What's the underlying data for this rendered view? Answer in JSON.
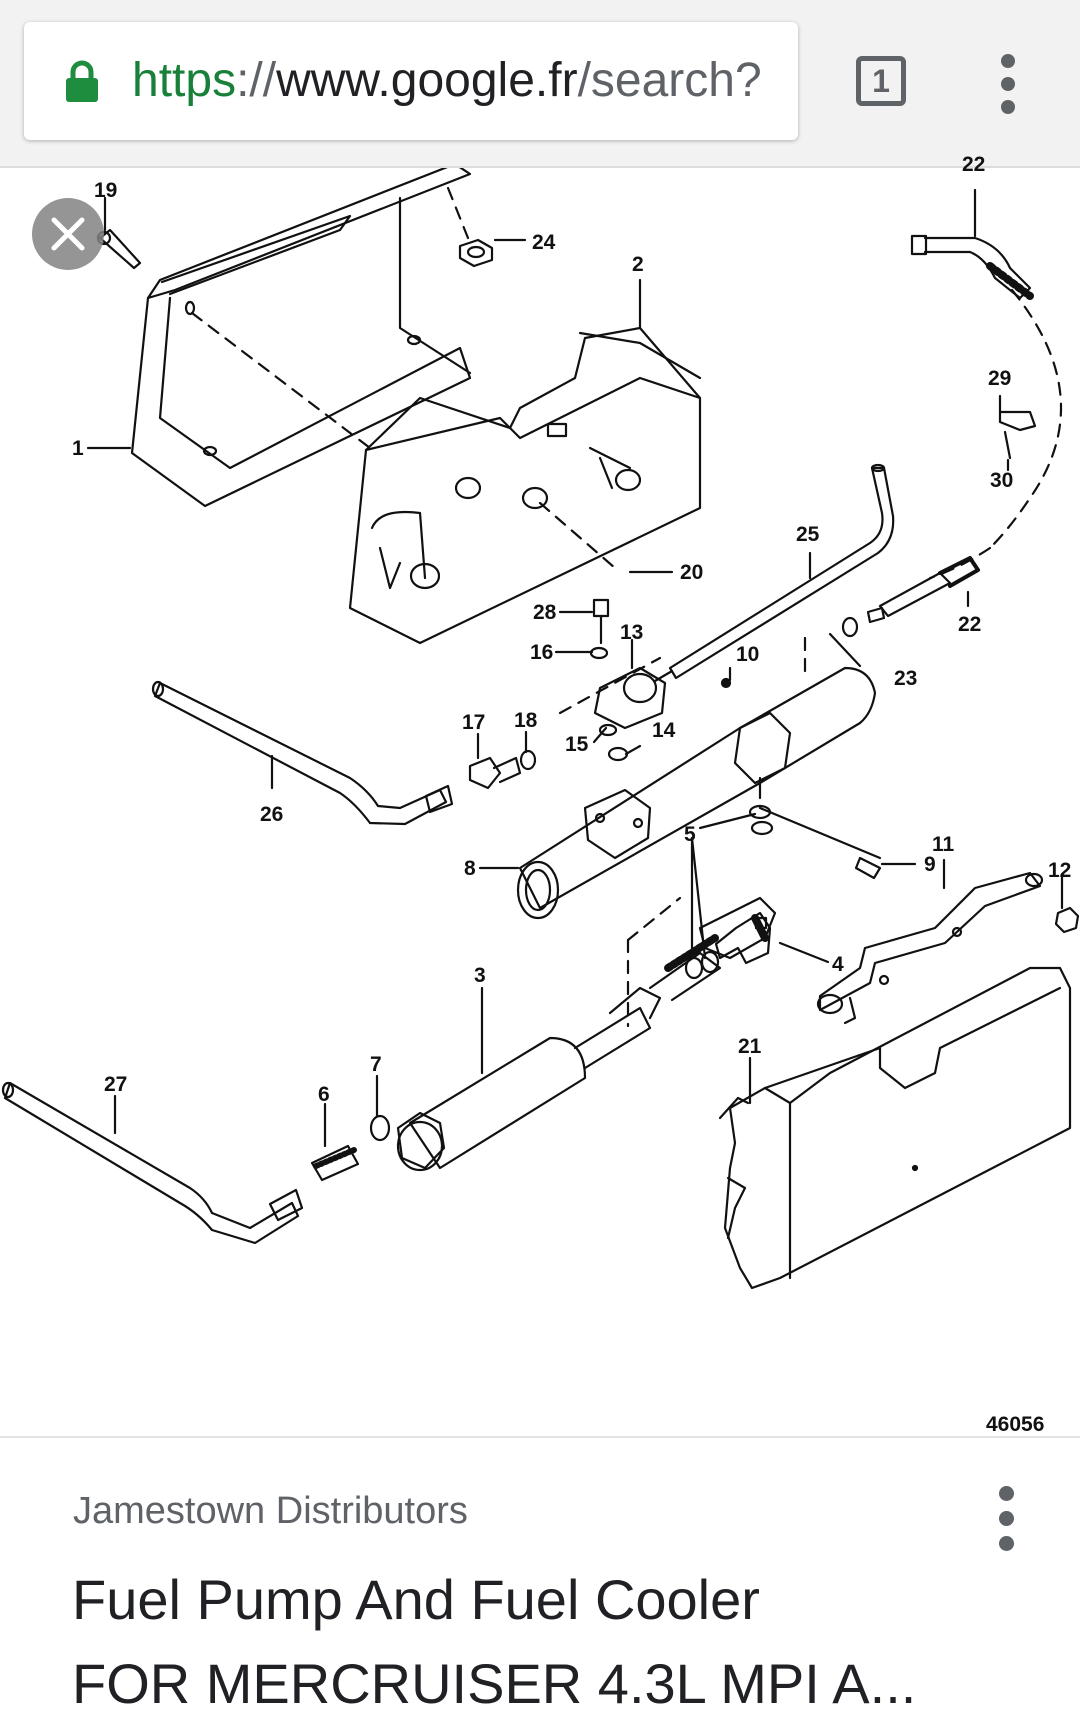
{
  "browser": {
    "url_scheme": "https",
    "url_sep": "://",
    "url_host": "www.google.fr",
    "url_path": "/search?",
    "tab_count": "1",
    "lock_color": "#1e8e3e"
  },
  "diagram": {
    "callouts": [
      "19",
      "24",
      "2",
      "22",
      "1",
      "29",
      "30",
      "25",
      "20",
      "28",
      "13",
      "16",
      "10",
      "23",
      "22",
      "18",
      "17",
      "15",
      "14",
      "26",
      "9",
      "5",
      "8",
      "11",
      "12",
      "4",
      "3",
      "21",
      "27",
      "6",
      "7"
    ],
    "figure_id": "46056"
  },
  "result": {
    "source": "Jamestown Distributors",
    "title_line1": "Fuel Pump And Fuel Cooler",
    "title_line2": "FOR MERCRUISER 4.3L MPI A..."
  }
}
